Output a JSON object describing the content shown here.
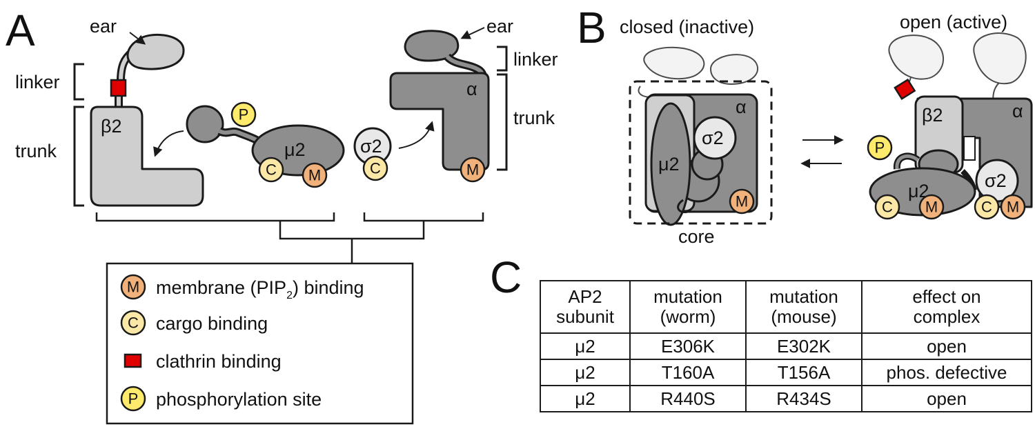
{
  "panels": {
    "a": "A",
    "b": "B",
    "c": "C"
  },
  "panel_a": {
    "ear_left": "ear",
    "ear_right": "ear",
    "linker_left": "linker",
    "linker_right": "linker",
    "trunk_left": "trunk",
    "trunk_right": "trunk",
    "beta2": "β2",
    "mu2": "μ2",
    "sigma2": "σ2",
    "alpha": "α"
  },
  "badges": {
    "M": "M",
    "C": "C",
    "P": "P"
  },
  "legend": {
    "membrane_pre": "membrane (PIP",
    "membrane_sub": "2",
    "membrane_post": ") binding",
    "cargo": "cargo binding",
    "clathrin": "clathrin binding",
    "phos": "phosphorylation site"
  },
  "panel_b": {
    "closed_title": "closed (inactive)",
    "open_title": "open (active)",
    "core": "core",
    "mu2": "μ2",
    "sigma2": "σ2",
    "alpha": "α",
    "beta2": "β2"
  },
  "colors": {
    "light_subunit": "#cfcfcf",
    "dark_subunit": "#8e8e8e",
    "membrane_badge": "#f0b27a",
    "cargo_badge": "#fbe8a6",
    "phos_badge": "#ffeb6b",
    "clathrin_box": "#e10000"
  },
  "table": {
    "headers": [
      [
        "AP2",
        "subunit"
      ],
      [
        "mutation",
        "(worm)"
      ],
      [
        "mutation",
        "(mouse)"
      ],
      [
        "effect on",
        "complex"
      ]
    ],
    "rows": [
      [
        "μ2",
        "E306K",
        "E302K",
        "open"
      ],
      [
        "μ2",
        "T160A",
        "T156A",
        "phos. defective"
      ],
      [
        "μ2",
        "R440S",
        "R434S",
        "open"
      ]
    ]
  }
}
